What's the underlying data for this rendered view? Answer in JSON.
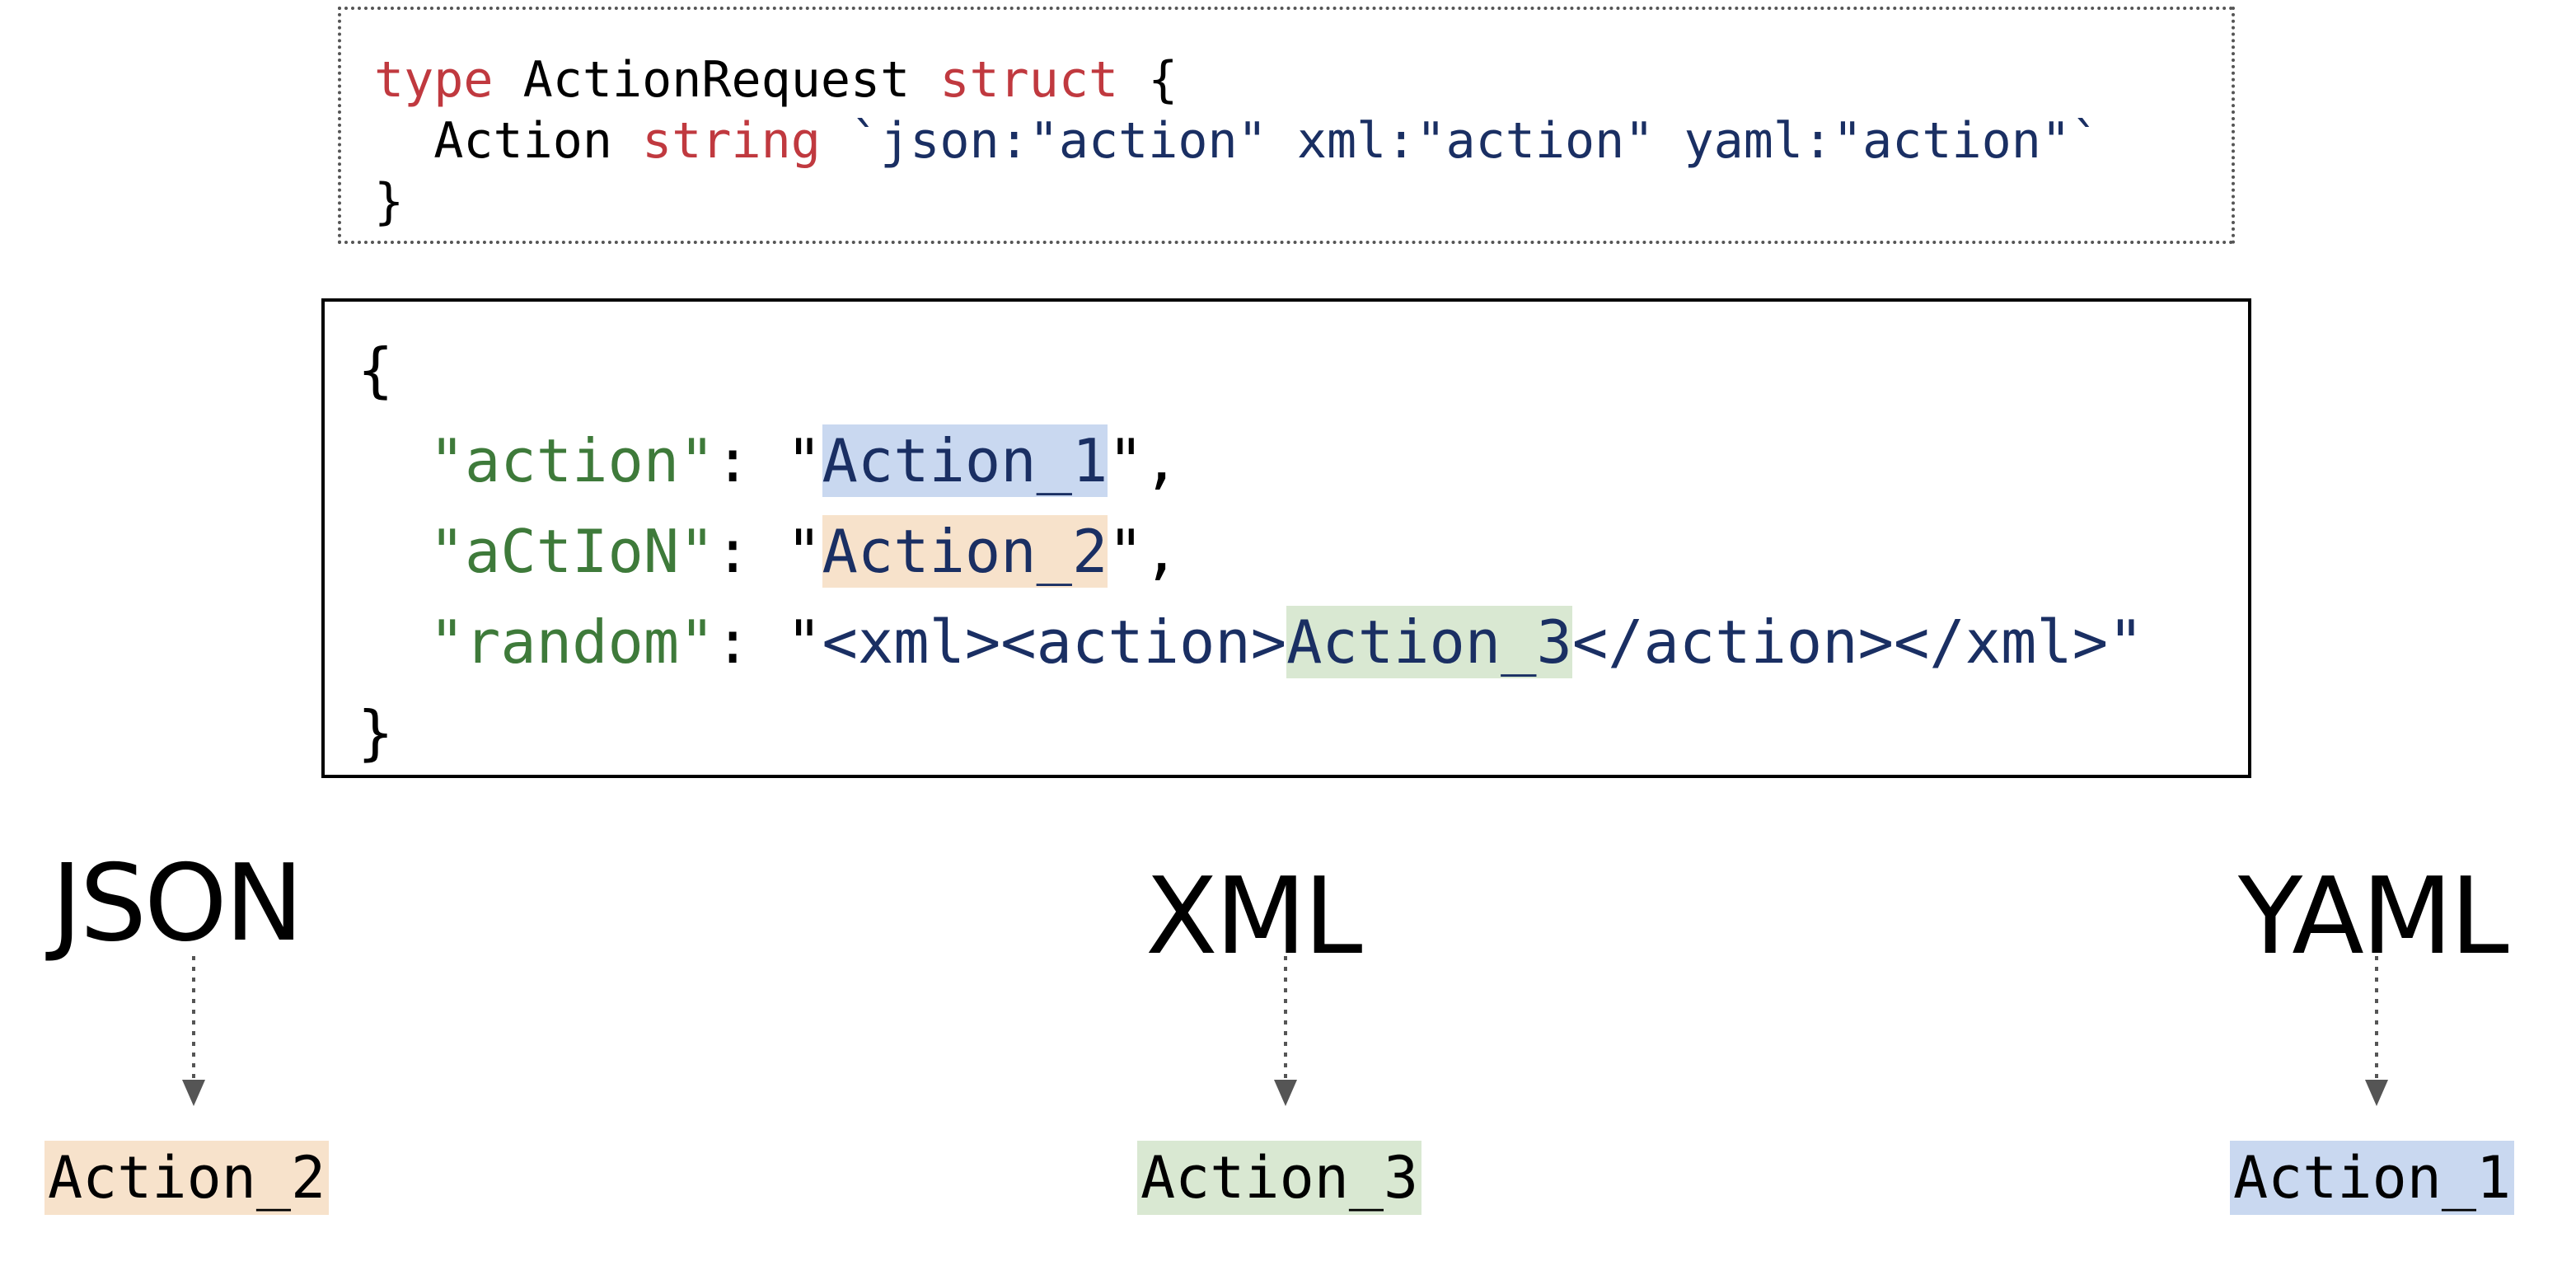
{
  "colors": {
    "keyword": "#c0393f",
    "tag": "#1a2f63",
    "json_key": "#3e7a3a",
    "json_value": "#1a2f63",
    "highlight_blue": "#c9d8f0",
    "highlight_orange": "#f7e2cb",
    "highlight_green": "#d9e8d2",
    "arrow": "#555555"
  },
  "struct": {
    "line1": {
      "kw_type": "type",
      "name": " ActionRequest ",
      "kw_struct": "struct",
      "brace": " {"
    },
    "line2": {
      "indent": "  ",
      "field": "Action ",
      "kw_string": "string",
      "tag": " `json:\"action\" xml:\"action\" yaml:\"action\"`"
    },
    "line3": {
      "brace": "}"
    }
  },
  "json": {
    "open": "{",
    "rows": [
      {
        "indent": "  ",
        "key": "\"action\"",
        "sep": ": \"",
        "pre": "",
        "value": "Action_1",
        "post": "\",",
        "highlight": "blue"
      },
      {
        "indent": "  ",
        "key": "\"aCtIoN\"",
        "sep": ": \"",
        "pre": "",
        "value": "Action_2",
        "post": "\",",
        "highlight": "orange"
      },
      {
        "indent": "  ",
        "key": "\"random\"",
        "sep": ": \"",
        "pre": "<xml><action>",
        "value": "Action_3",
        "post": "</action></xml>\"",
        "highlight": "green"
      }
    ],
    "close": "}"
  },
  "parsers": [
    {
      "format": "JSON",
      "result": "Action_2",
      "highlight": "orange"
    },
    {
      "format": "XML",
      "result": "Action_3",
      "highlight": "green"
    },
    {
      "format": "YAML",
      "result": "Action_1",
      "highlight": "blue"
    }
  ]
}
